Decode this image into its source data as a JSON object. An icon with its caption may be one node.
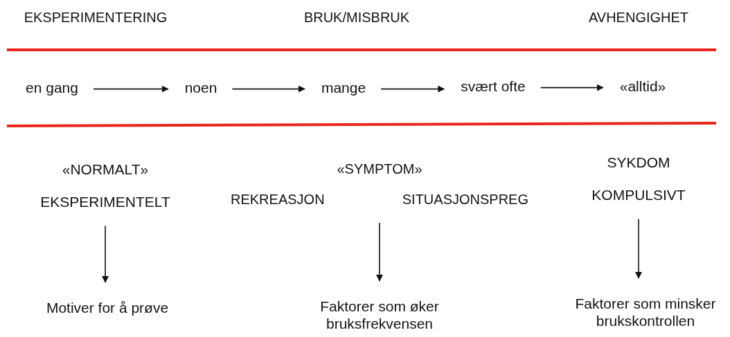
{
  "diagram": {
    "nodes": [
      {
        "text": [
          "en gang"
        ]
      },
      {
        "text": [
          "noen"
        ]
      },
      {
        "text": [
          "mange"
        ]
      },
      {
        "text": [
          "svært ofte"
        ]
      },
      {
        "text": [
          "«alltid»"
        ]
      },
      {
        "text": [
          "«NORMALT»",
          "EKSPERIMENTELT"
        ]
      },
      {
        "text": [
          "«SYMPTOM»",
          "REKREASJON",
          "SITUASJONSPREG"
        ]
      },
      {
        "text": [
          "SYKDOM",
          "KOMPULSIVT"
        ]
      },
      {
        "text": [
          "Motiver for å prøve"
        ]
      },
      {
        "text": [
          "Faktorer som øker bruksfrekvensen"
        ]
      },
      {
        "text": [
          "Faktorer som minsker brukskontrollen"
        ]
      }
    ],
    "edges": [
      {
        "from": 0,
        "to": 1,
        "arrow": "to"
      },
      {
        "from": 1,
        "to": 2,
        "arrow": "to"
      },
      {
        "from": 2,
        "to": 3,
        "arrow": "to"
      },
      {
        "from": 3,
        "to": 4,
        "arrow": "to"
      },
      {
        "from": 5,
        "to": 8,
        "arrow": "to"
      },
      {
        "from": 6,
        "to": 9,
        "arrow": "to"
      },
      {
        "from": 7,
        "to": 10,
        "arrow": "to"
      }
    ],
    "labels": [
      "EKSPERIMENTERING",
      "BRUK/MISBRUK",
      "AVHENGIGHET"
    ]
  }
}
